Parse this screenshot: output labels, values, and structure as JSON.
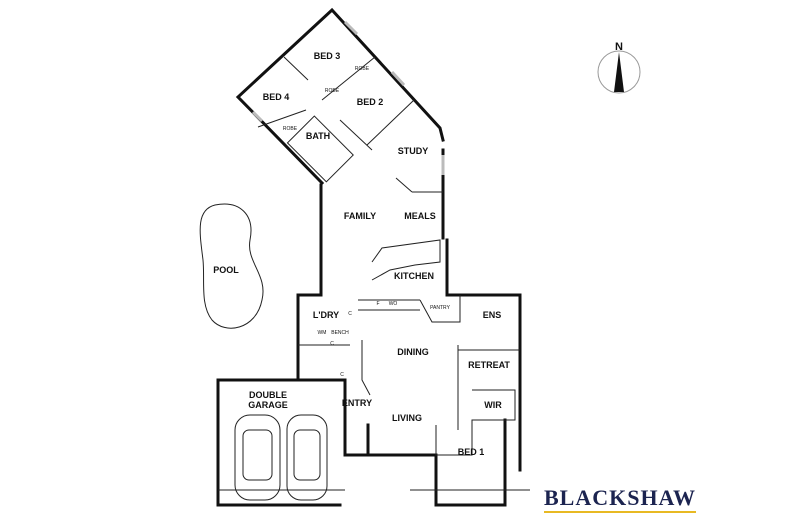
{
  "rooms": {
    "bed3": "BED 3",
    "bed4": "BED 4",
    "bed2": "BED 2",
    "bath": "BATH",
    "robe": "ROBE",
    "study": "STUDY",
    "family": "FAMILY",
    "meals": "MEALS",
    "kitchen": "KITCHEN",
    "pool": "POOL",
    "laundry": "L'DRY",
    "cupboard": "C",
    "wm": "WM",
    "bench": "BENCH",
    "fridge": "F",
    "wo": "WO",
    "pantry": "PANTRY",
    "ens": "ENS",
    "dining": "DINING",
    "retreat": "RETREAT",
    "wir": "WIR",
    "garage_1": "DOUBLE",
    "garage_2": "GARAGE",
    "entry": "ENTRY",
    "living": "LIVING",
    "bed1": "BED 1"
  },
  "compass": {
    "label": "N"
  },
  "brand": {
    "name": "BLACKSHAW",
    "color": "#1c2450",
    "accent": "#e8b923"
  }
}
